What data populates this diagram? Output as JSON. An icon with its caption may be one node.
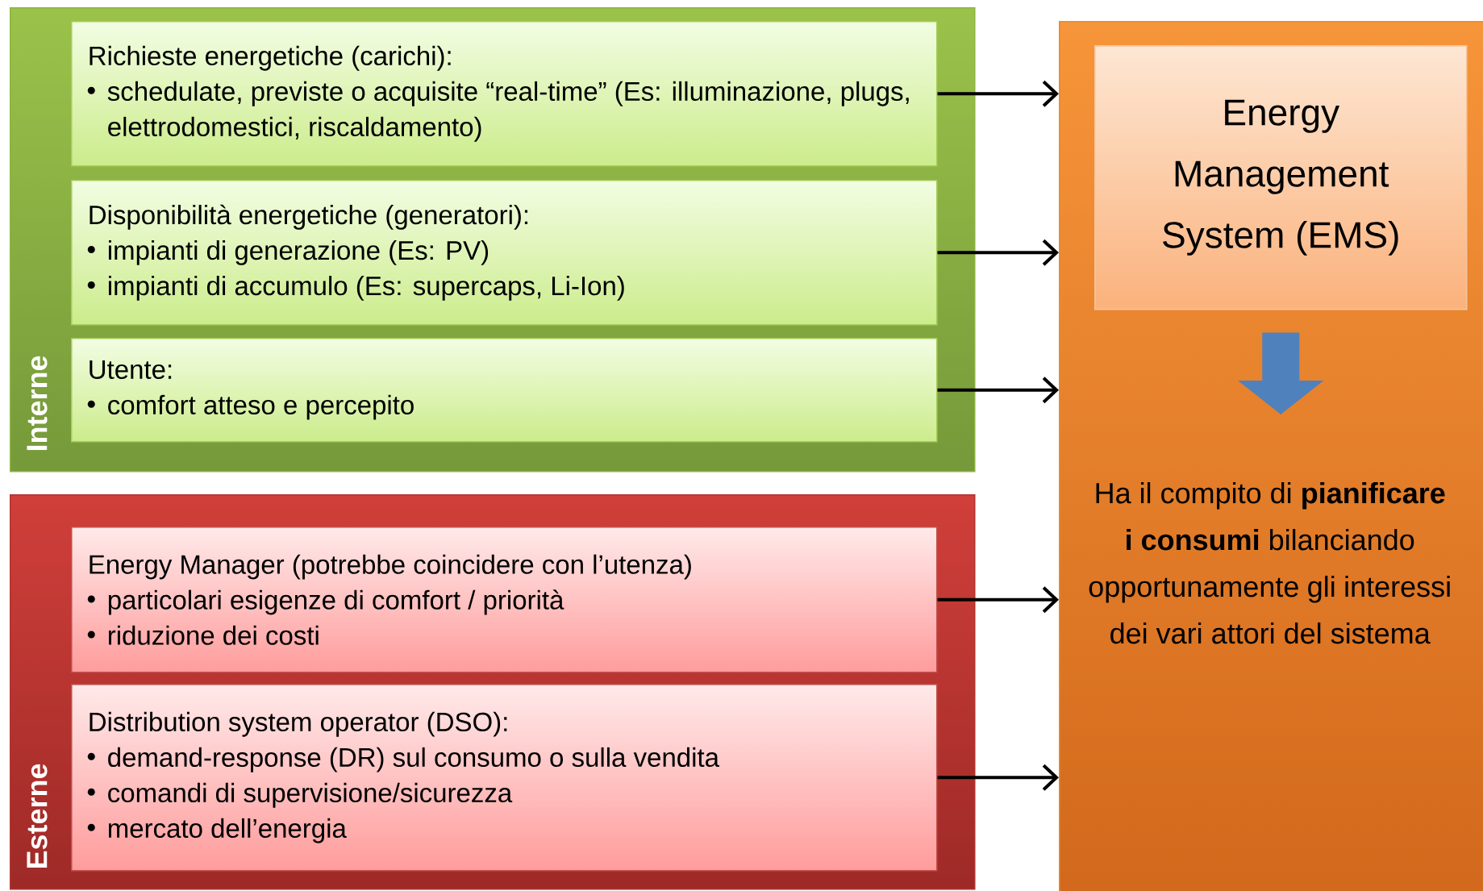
{
  "diagram": {
    "nodes": [
      {
        "text": [
          "Interne"
        ]
      },
      {
        "text": [
          "Richieste energetiche (carichi):",
          "schedulate, previste o acquisite “real-time” (Es: illuminazione, plugs, elettrodomestici, riscaldamento)"
        ],
        "in": 0
      },
      {
        "text": [
          "Disponibilità energetiche (generatori):",
          "impianti di generazione (Es: PV)",
          "impianti di accumulo (Es: supercaps, Li-Ion)"
        ],
        "in": 0
      },
      {
        "text": [
          "Utente:",
          "comfort atteso e percepito"
        ],
        "in": 0
      },
      {
        "text": [
          "Esterne"
        ]
      },
      {
        "text": [
          "Energy Manager (potrebbe coincidere con l’utenza)",
          "particolari esigenze di comfort / priorità",
          "riduzione dei costi"
        ],
        "in": 4
      },
      {
        "text": [
          "Distribution system operator (DSO):",
          "demand-response (DR) sul consumo o sulla vendita",
          "comandi di supervisione/sicurezza",
          "mercato dell’energia"
        ],
        "in": 4
      },
      {
        "text": [],
        "shape": "box"
      },
      {
        "text": [
          "Energy Management System (EMS)"
        ],
        "in": 7
      },
      {
        "text": [
          "Ha il compito di **pianificare i consumi** bilanciando opportunamente gli interessi dei vari attori del sistema"
        ],
        "in": 7
      }
    ],
    "edges": [
      {
        "from": 1,
        "to": 7,
        "arrow": "to"
      },
      {
        "from": 2,
        "to": 7,
        "arrow": "to"
      },
      {
        "from": 3,
        "to": 7,
        "arrow": "to"
      },
      {
        "from": 5,
        "to": 7,
        "arrow": "to"
      },
      {
        "from": 6,
        "to": 7,
        "arrow": "to"
      },
      {
        "from": 8,
        "to": 9,
        "arrow": "to",
        "style": "thick",
        "color": "#4f81bd"
      }
    ]
  }
}
